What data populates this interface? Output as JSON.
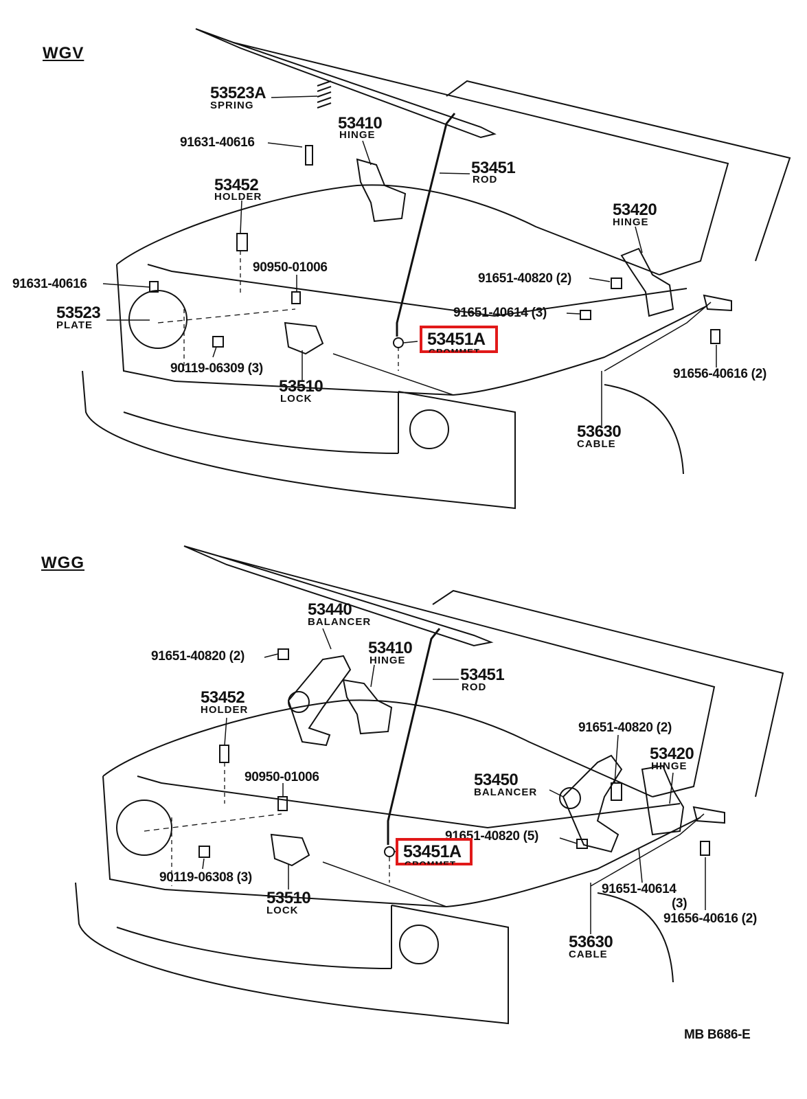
{
  "colors": {
    "highlight": "#e11919",
    "ink": "#111111",
    "background": "#ffffff"
  },
  "sections": [
    {
      "label": "WGV",
      "parts": [
        {
          "number": "53523A",
          "name": "SPRING"
        },
        {
          "number": "53410",
          "name": "HINGE"
        },
        {
          "number": "91631-40616",
          "name": ""
        },
        {
          "number": "53451",
          "name": "ROD"
        },
        {
          "number": "53452",
          "name": "HOLDER"
        },
        {
          "number": "53420",
          "name": "HINGE"
        },
        {
          "number": "90950-01006",
          "name": ""
        },
        {
          "number": "91651-40820 (2)",
          "name": ""
        },
        {
          "number": "91631-40616",
          "name": ""
        },
        {
          "number": "91651-40614 (3)",
          "name": ""
        },
        {
          "number": "53523",
          "name": "PLATE"
        },
        {
          "number": "53451A",
          "name": "GROMMET"
        },
        {
          "number": "90119-06309 (3)",
          "name": ""
        },
        {
          "number": "91656-40616 (2)",
          "name": ""
        },
        {
          "number": "53510",
          "name": "LOCK"
        },
        {
          "number": "53630",
          "name": "CABLE"
        }
      ]
    },
    {
      "label": "WGG",
      "parts": [
        {
          "number": "53440",
          "name": "BALANCER"
        },
        {
          "number": "91651-40820 (2)",
          "name": ""
        },
        {
          "number": "53410",
          "name": "HINGE"
        },
        {
          "number": "53451",
          "name": "ROD"
        },
        {
          "number": "53452",
          "name": "HOLDER"
        },
        {
          "number": "91651-40820 (2)",
          "name": ""
        },
        {
          "number": "53420",
          "name": "HINGE"
        },
        {
          "number": "90950-01006",
          "name": ""
        },
        {
          "number": "53450",
          "name": "BALANCER"
        },
        {
          "number": "91651-40820 (5)",
          "name": ""
        },
        {
          "number": "53451A",
          "name": "GROMMET"
        },
        {
          "number": "90119-06308 (3)",
          "name": ""
        },
        {
          "number": "91651-40614",
          "name": "(3)"
        },
        {
          "number": "53510",
          "name": "LOCK"
        },
        {
          "number": "91656-40616 (2)",
          "name": ""
        },
        {
          "number": "53630",
          "name": "CABLE"
        }
      ]
    }
  ],
  "footer": {
    "code": "MB  B686-E"
  }
}
